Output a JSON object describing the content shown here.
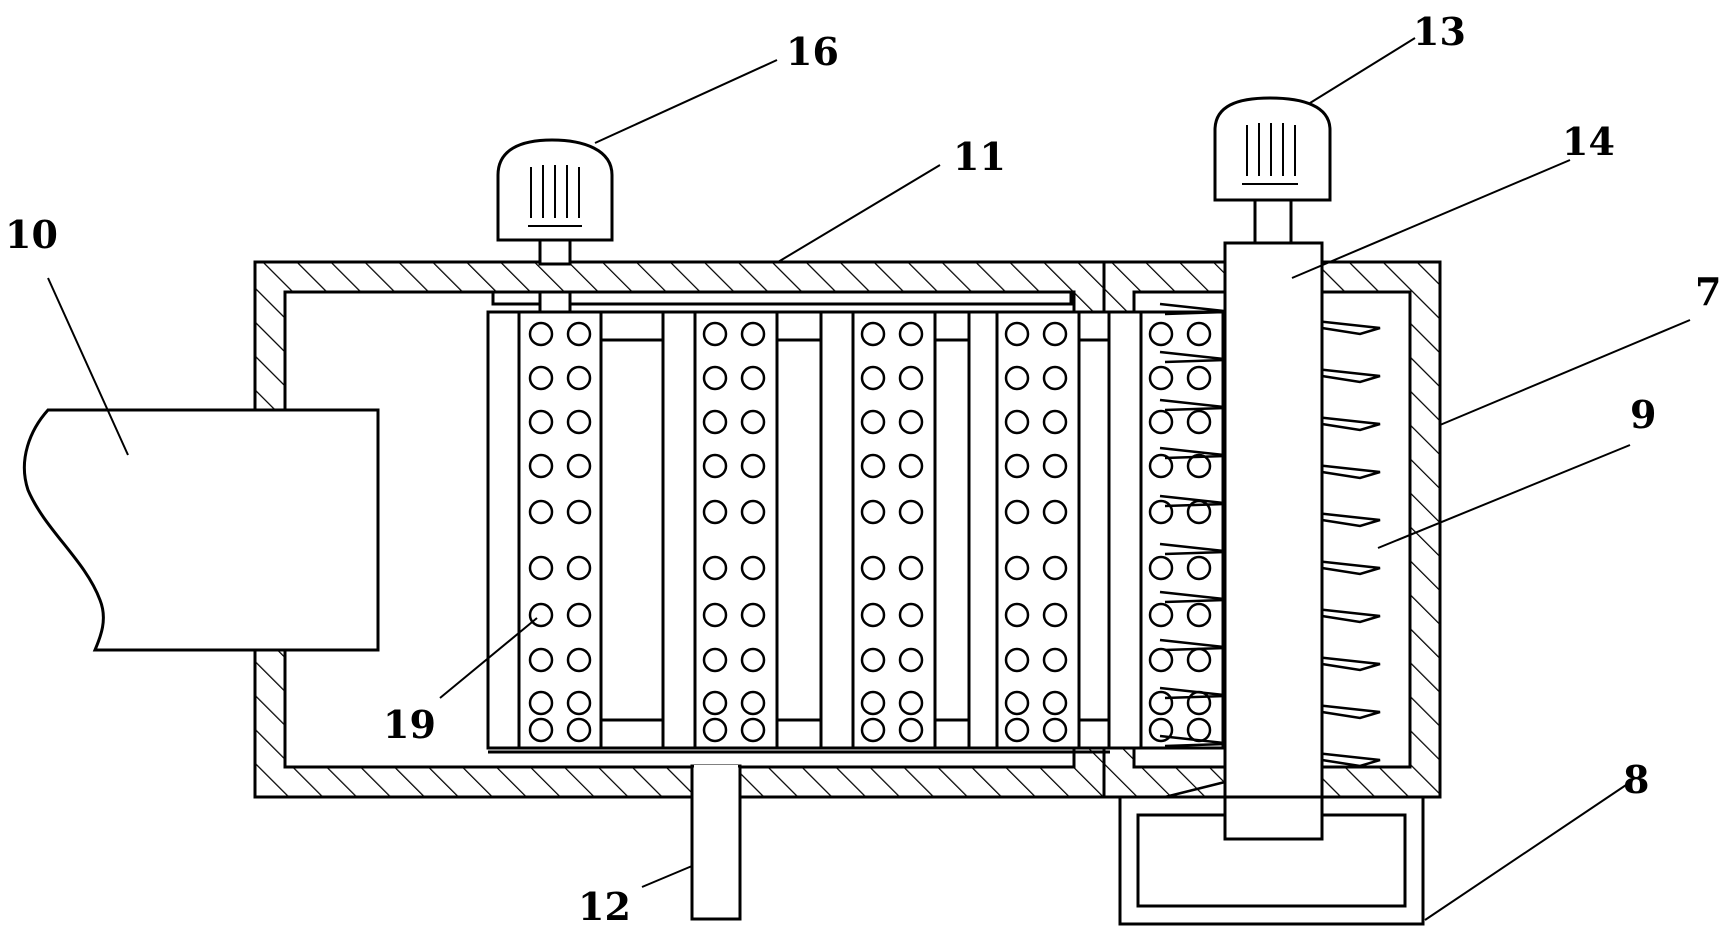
{
  "labels": {
    "l16": "16",
    "l13": "13",
    "l11": "11",
    "l14": "14",
    "l10": "10",
    "l7": "7",
    "l9": "9",
    "l19": "19",
    "l8": "8",
    "l12": "12"
  }
}
